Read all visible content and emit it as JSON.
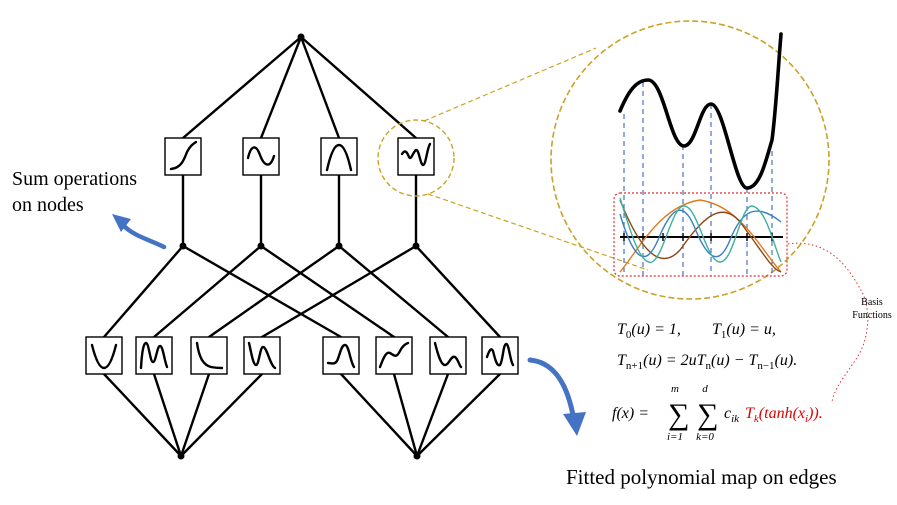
{
  "labels": {
    "sum_operations_line1": "Sum operations",
    "sum_operations_line2": "on nodes",
    "fitted_polynomial": "Fitted polynomial map on edges",
    "basis_line1": "Basis",
    "basis_line2": "Functions"
  },
  "equations": {
    "t0_lhs": "T",
    "t0_sub": "0",
    "t0_rhs": "(u) = 1,",
    "t1_lhs": "T",
    "t1_sub": "1",
    "t1_rhs": "(u) = u,",
    "rec_lhs": "T",
    "rec_lhs_sub": "n+1",
    "rec_mid1": "(u) = 2uT",
    "rec_mid1_sub": "n",
    "rec_mid2": "(u) − T",
    "rec_mid2_sub": "n−1",
    "rec_end": "(u).",
    "f_lhs": "f(x) =",
    "sum1_top": "m",
    "sum1_bottom": "i=1",
    "sum2_top": "d",
    "sum2_bottom": "k=0",
    "sigma": "∑",
    "coef": "c",
    "coef_sub": "ik",
    "basis_T": "T",
    "basis_T_sub": "k",
    "basis_arg": "(tanh(x",
    "basis_arg_sub": "i",
    "basis_close": ")).",
    "f_end": ""
  },
  "colors": {
    "arrow_blue": "#4472c4",
    "zoom_circle": "#c9a227",
    "dotted_red": "#e03030",
    "basis_red": "#e00000",
    "basis_curves": [
      "#e07a20",
      "#8a4a18",
      "#3a7fbf",
      "#3fb0a0"
    ]
  },
  "icons": {
    "left_arrow": "curved-arrow-left-icon",
    "right_arrow": "curved-arrow-down-right-icon"
  }
}
